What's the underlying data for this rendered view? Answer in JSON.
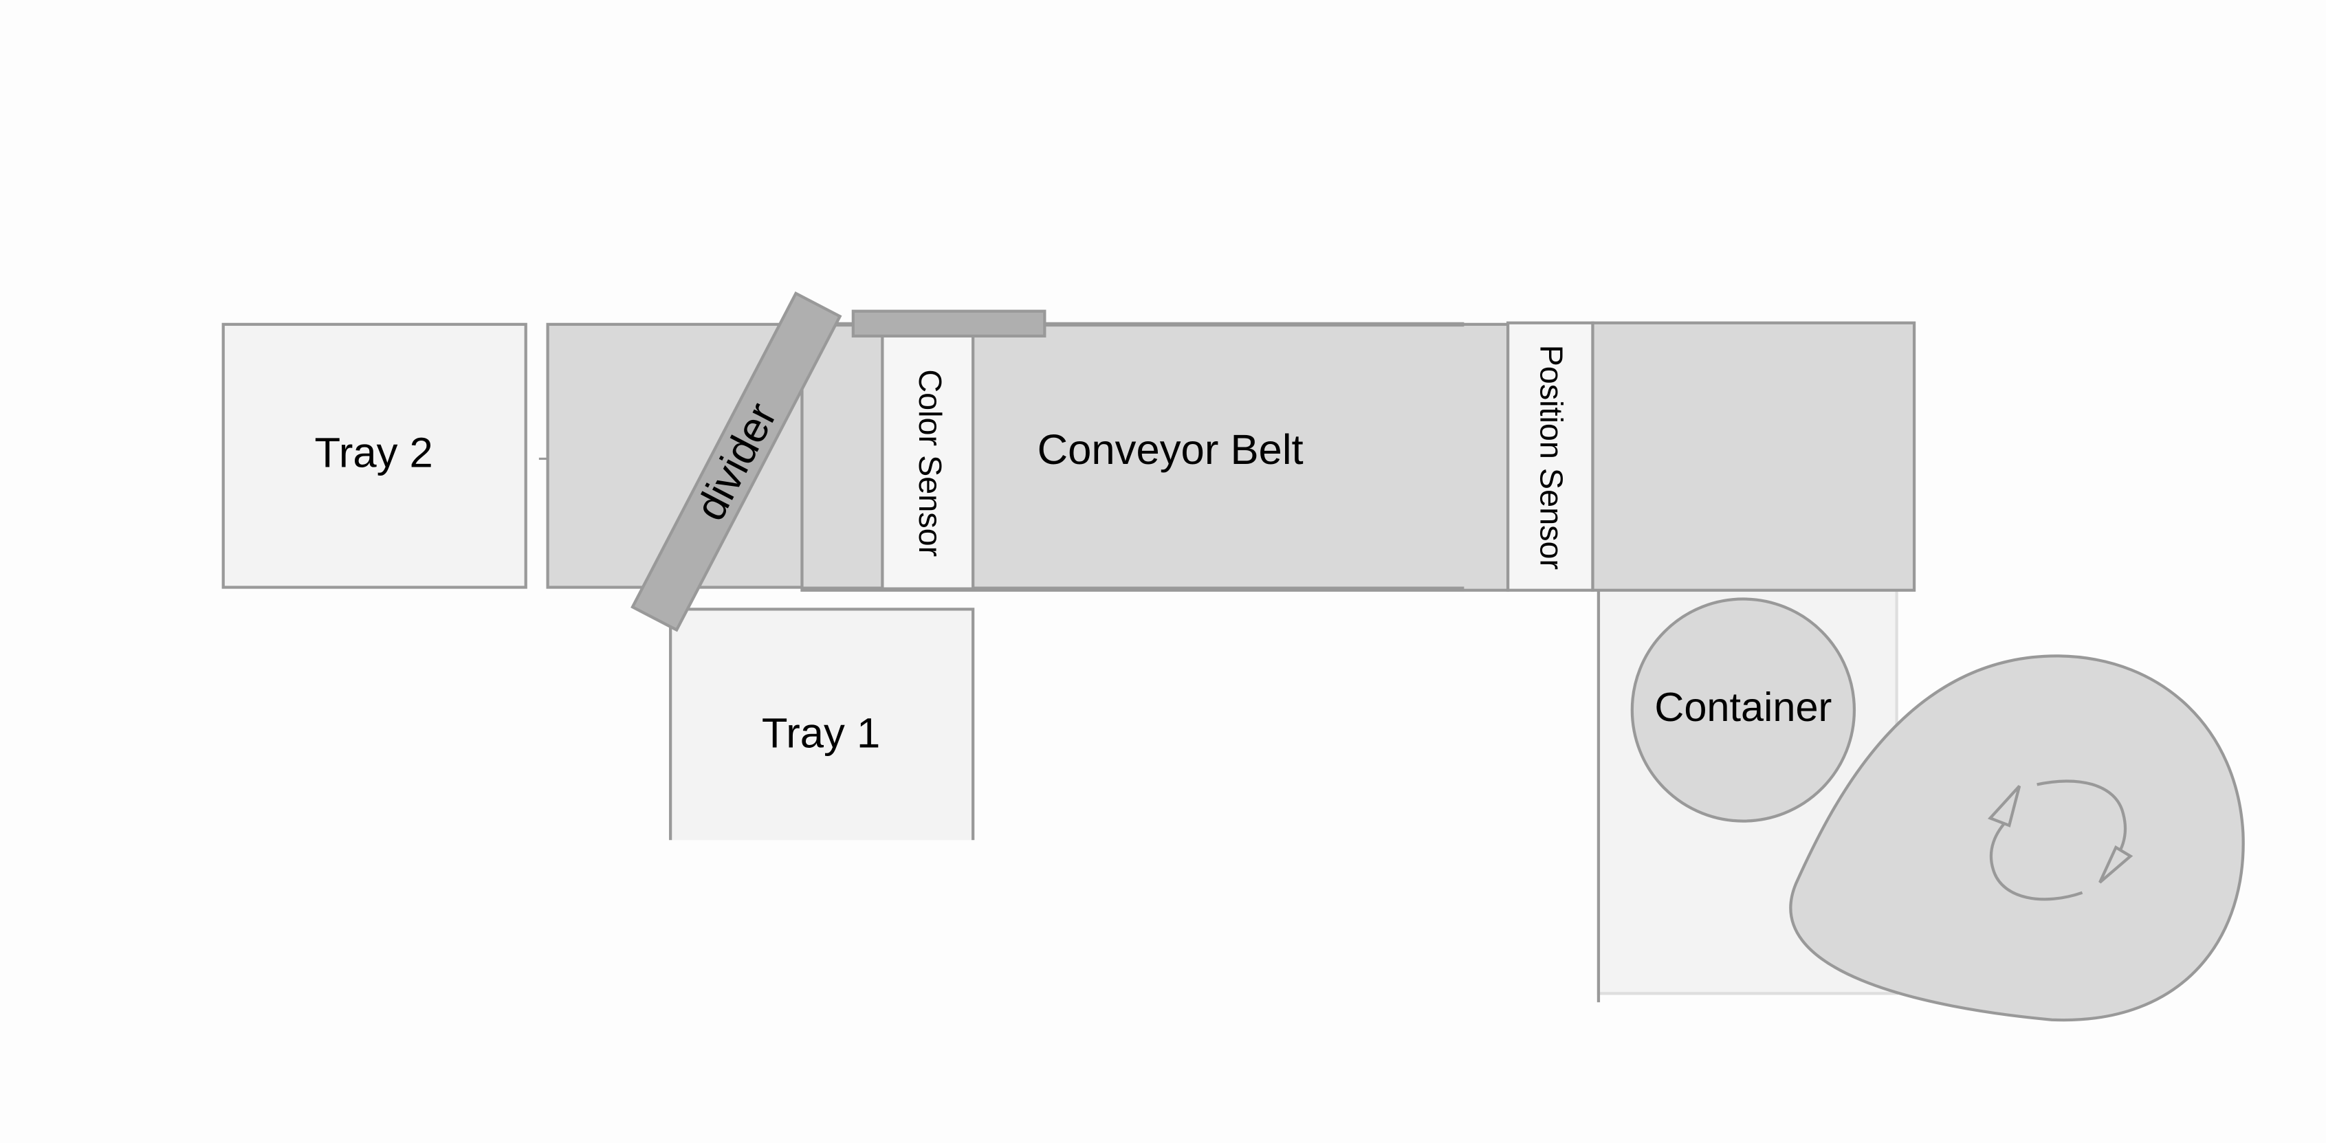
{
  "diagram": {
    "labels": {
      "tray2": "Tray 2",
      "tray1": "Tray 1",
      "divider": "divider",
      "color_sensor": "Color Sensor",
      "conveyor_belt": "Conveyor Belt",
      "position_sensor": "Position Sensor",
      "container": "Container"
    },
    "colors": {
      "background": "#fdfdfd",
      "tray_fill": "#f3f3f3",
      "belt_fill": "#d9d9d9",
      "divider_fill": "#afafaf",
      "sensor_fill": "#f6f6f6",
      "stroke": "#999999",
      "text": "#000000"
    },
    "icons": {
      "rotation": "rotate-arrows-icon"
    }
  }
}
